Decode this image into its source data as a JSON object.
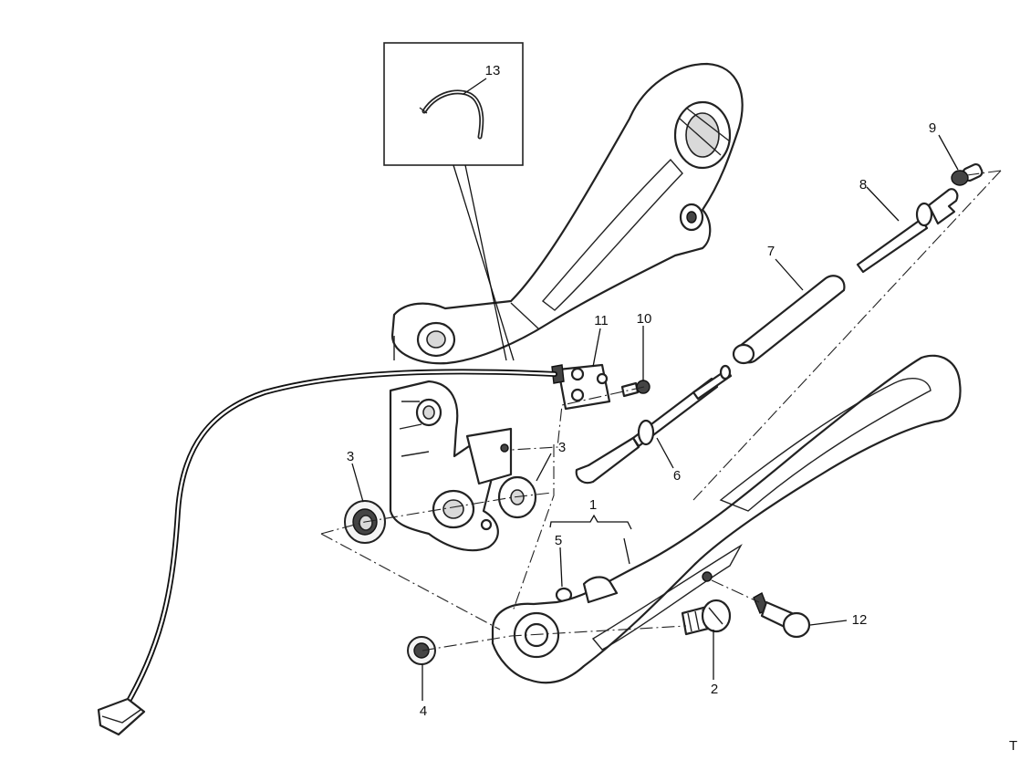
{
  "callouts": [
    {
      "id": "c1",
      "label": "1"
    },
    {
      "id": "c2",
      "label": "2"
    },
    {
      "id": "c3a",
      "label": "3"
    },
    {
      "id": "c3b",
      "label": "3"
    },
    {
      "id": "c4",
      "label": "4"
    },
    {
      "id": "c5",
      "label": "5"
    },
    {
      "id": "c6",
      "label": "6"
    },
    {
      "id": "c7",
      "label": "7"
    },
    {
      "id": "c8",
      "label": "8"
    },
    {
      "id": "c9",
      "label": "9"
    },
    {
      "id": "c10",
      "label": "10"
    },
    {
      "id": "c11",
      "label": "11"
    },
    {
      "id": "c12",
      "label": "12"
    },
    {
      "id": "c13",
      "label": "13"
    }
  ],
  "corner_code": "T"
}
